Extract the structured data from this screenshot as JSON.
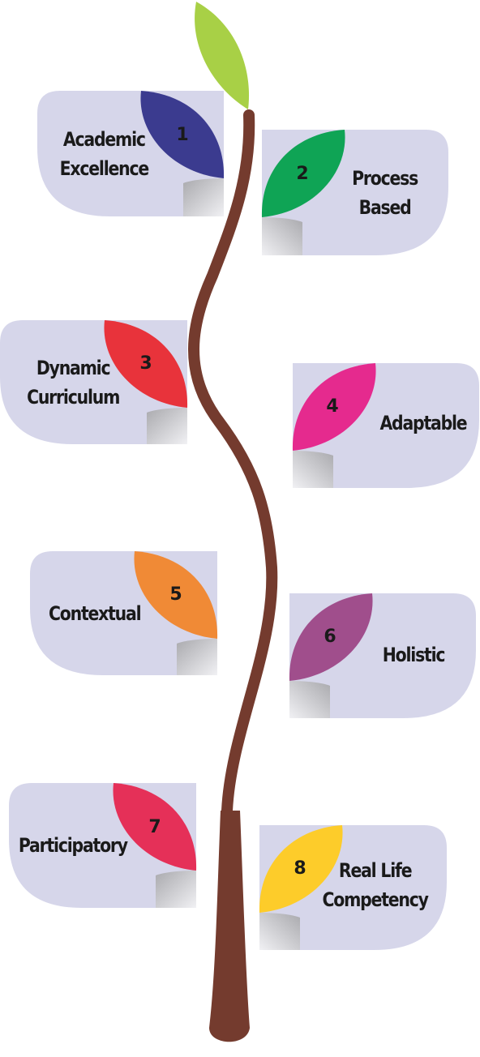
{
  "steps": [
    {
      "number": "1",
      "line1": "Academic",
      "line2": "Excellence",
      "color": "#3b3b8f"
    },
    {
      "number": "2",
      "line1": "Process",
      "line2": "Based",
      "color": "#0fa455"
    },
    {
      "number": "3",
      "line1": "Dynamic",
      "line2": "Curriculum",
      "color": "#e8333b"
    },
    {
      "number": "4",
      "line1": "Adaptable",
      "line2": "",
      "color": "#e52a8e"
    },
    {
      "number": "5",
      "line1": "Contextual",
      "line2": "",
      "color": "#f08a36"
    },
    {
      "number": "6",
      "line1": "Holistic",
      "line2": "",
      "color": "#a04e8c"
    },
    {
      "number": "7",
      "line1": "Participatory",
      "line2": "",
      "color": "#e53058"
    },
    {
      "number": "8",
      "line1": "Real Life",
      "line2": "Competency",
      "color": "#fdcc2a"
    }
  ],
  "colors": {
    "card": "#d6d6ea",
    "stem": "#743b2e",
    "leaf": "#a8d046",
    "fold": "#c7c7cb"
  }
}
